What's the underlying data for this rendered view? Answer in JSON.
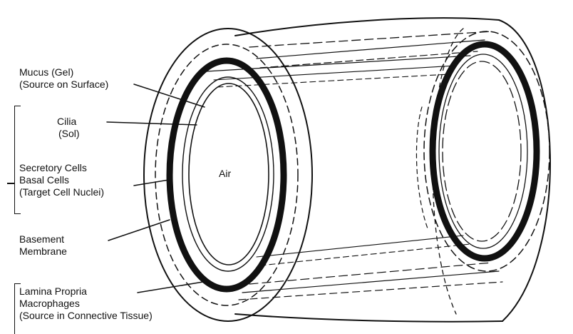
{
  "labels": {
    "mucus": [
      "Mucus (Gel)",
      "(Source on Surface)"
    ],
    "cilia": [
      "Cilia",
      "(Sol)"
    ],
    "cells": [
      "Secretory Cells",
      "Basal Cells",
      "(Target Cell Nuclei)"
    ],
    "basement": [
      "Basement",
      "Membrane"
    ],
    "lamina": [
      "Lamina Propria",
      "Macrophages",
      "(Source in Connective Tissue)"
    ],
    "air": "Air"
  },
  "colors": {
    "ink": "#111111",
    "background": "#ffffff"
  }
}
